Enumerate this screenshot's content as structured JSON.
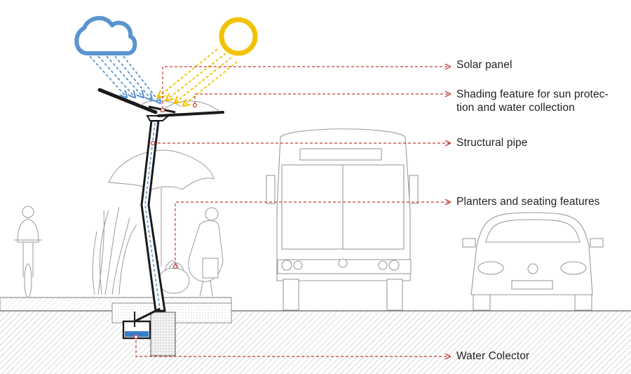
{
  "colors": {
    "rain": "#5a94cf",
    "sun": "#f2c200",
    "leader": "#c43a3a",
    "structure": "#1a1a1a",
    "sketch": "#9a9a9a",
    "water": "#3a7fc7",
    "text": "#222222"
  },
  "labels": {
    "solar_panel": "Solar panel",
    "shading_line1": "Shading feature for sun protec-",
    "shading_line2": "tion and water collection",
    "structural_pipe": "Structural pipe",
    "planters": "Planters and seating features",
    "water_collector": "Water Colector"
  },
  "icons": {
    "cloud": "cloud-icon",
    "sun": "sun-icon"
  }
}
